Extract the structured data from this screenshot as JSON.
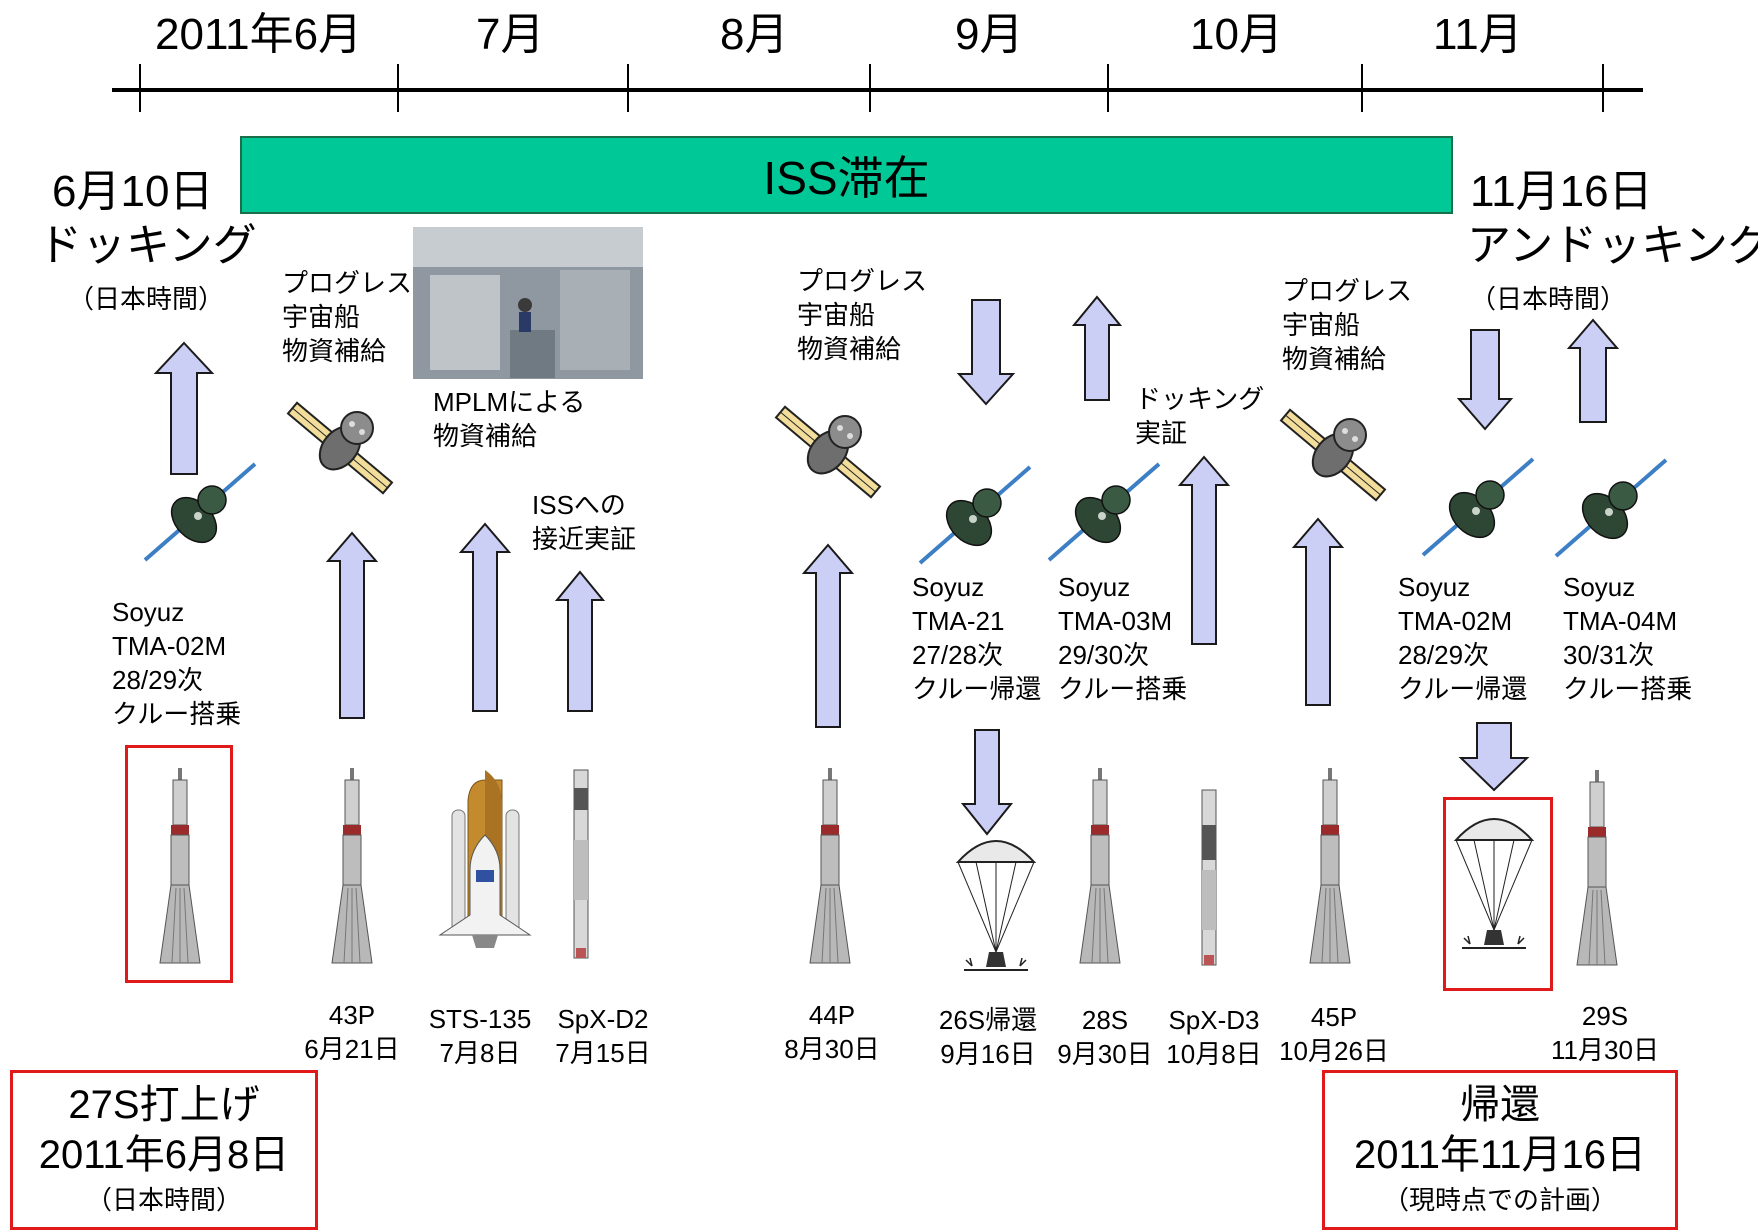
{
  "timeline": {
    "months": [
      "2011年6月",
      "7月",
      "8月",
      "9月",
      "10月",
      "11月"
    ]
  },
  "iss_stay": {
    "label": "ISS滞在"
  },
  "docking": {
    "date": "6月10日",
    "event": "ドッキング",
    "note": "（日本時間）"
  },
  "undocking": {
    "date": "11月16日",
    "event": "アンドッキング",
    "note": "（日本時間）"
  },
  "captions": {
    "progress_1": [
      "プログレス",
      "宇宙船",
      "物資補給"
    ],
    "mplm": [
      "MPLMによる",
      "物資補給"
    ],
    "iss_approach": [
      "ISSへの",
      "接近実証"
    ],
    "progress_2": [
      "プログレス",
      "宇宙船",
      "物資補給"
    ],
    "docking_demo": [
      "ドッキング",
      "実証"
    ],
    "progress_3": [
      "プログレス",
      "宇宙船",
      "物資補給"
    ],
    "soyuz_02m_up": [
      "Soyuz",
      "TMA-02M",
      "28/29次",
      "クルー搭乗"
    ],
    "soyuz_21": [
      "Soyuz",
      "TMA-21",
      "27/28次",
      "クルー帰還"
    ],
    "soyuz_03m": [
      "Soyuz",
      "TMA-03M",
      "29/30次",
      "クルー搭乗"
    ],
    "soyuz_02m_down": [
      "Soyuz",
      "TMA-02M",
      "28/29次",
      "クルー帰還"
    ],
    "soyuz_04m": [
      "Soyuz",
      "TMA-04M",
      "30/31次",
      "クルー搭乗"
    ]
  },
  "launches": [
    {
      "name": "43P",
      "date": "6月21日"
    },
    {
      "name": "STS-135",
      "date": "7月8日"
    },
    {
      "name": "SpX-D2",
      "date": "7月15日"
    },
    {
      "name": "44P",
      "date": "8月30日"
    },
    {
      "name": "26S帰還",
      "date": "9月16日"
    },
    {
      "name": "28S",
      "date": "9月30日"
    },
    {
      "name": "SpX-D3",
      "date": "10月8日"
    },
    {
      "name": "45P",
      "date": "10月26日"
    },
    {
      "name": "29S",
      "date": "11月30日"
    }
  ],
  "launch_box": {
    "title": "27S打上げ",
    "date": "2011年6月8日",
    "note": "（日本時間）"
  },
  "return_box": {
    "title": "帰還",
    "date": "2011年11月16日",
    "note": "（現時点での計画）"
  },
  "colors": {
    "iss_bar": "#00c896",
    "arrow_fill": "#cccff5",
    "arrow_stroke": "#1a1a1a",
    "highlight": "#e01a1a"
  }
}
